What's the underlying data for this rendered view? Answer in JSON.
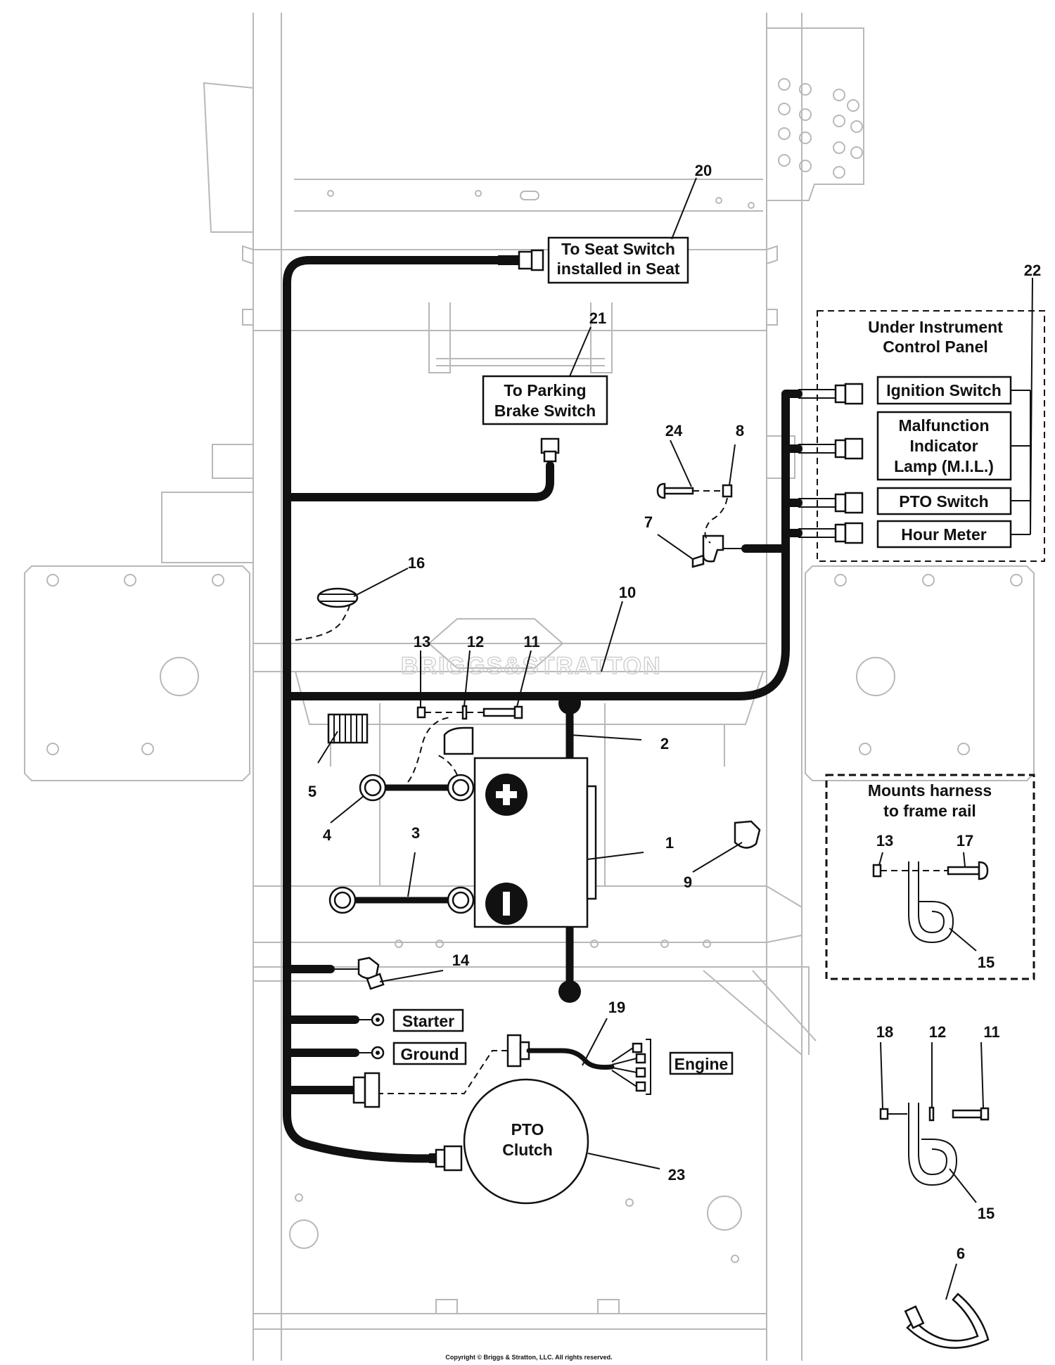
{
  "labels": {
    "seat_switch_line1": "To Seat Switch",
    "seat_switch_line2": "installed in Seat",
    "parking_brake_line1": "To Parking",
    "parking_brake_line2": "Brake Switch",
    "panel_group_line1": "Under Instrument",
    "panel_group_line2": "Control Panel",
    "ignition_switch": "Ignition Switch",
    "mil_line1": "Malfunction",
    "mil_line2": "Indicator",
    "mil_line3": "Lamp (M.I.L.)",
    "pto_switch": "PTO Switch",
    "hour_meter": "Hour Meter",
    "mounts_line1": "Mounts harness",
    "mounts_line2": "to frame rail",
    "starter": "Starter",
    "ground": "Ground",
    "engine": "Engine",
    "pto_clutch_line1": "PTO",
    "pto_clutch_line2": "Clutch"
  },
  "callouts": {
    "c1": "1",
    "c2": "2",
    "c3": "3",
    "c4": "4",
    "c5": "5",
    "c6": "6",
    "c7": "7",
    "c8": "8",
    "c9": "9",
    "c10": "10",
    "c11": "11",
    "c11b": "11",
    "c12": "12",
    "c12b": "12",
    "c13": "13",
    "c13b": "13",
    "c14": "14",
    "c15": "15",
    "c15b": "15",
    "c16": "16",
    "c17": "17",
    "c18": "18",
    "c19": "19",
    "c20": "20",
    "c21": "21",
    "c22": "22",
    "c23": "23",
    "c24": "24"
  },
  "watermark": "BRIGGS&STRATTON",
  "copyright": "Copyright © Briggs & Stratton, LLC. All rights reserved."
}
